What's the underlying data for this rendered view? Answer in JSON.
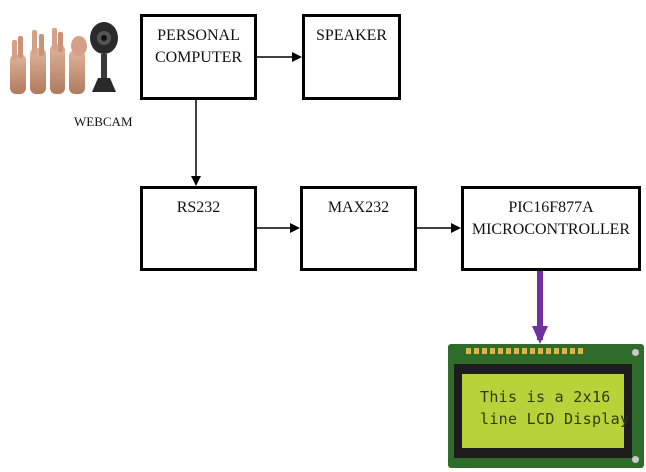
{
  "diagram": {
    "input": {
      "webcam_label": "WEBCAM"
    },
    "blocks": {
      "pc": {
        "line1": "PERSONAL",
        "line2": "COMPUTER"
      },
      "speaker": {
        "line1": "SPEAKER"
      },
      "rs232": {
        "line1": "RS232"
      },
      "max232": {
        "line1": "MAX232"
      },
      "mcu": {
        "line1": "PIC16F877A",
        "line2": "MICROCONTROLLER"
      }
    },
    "lcd": {
      "line1": "This is a 2x16",
      "line2": "line LCD Display"
    },
    "colors": {
      "arrow": "#000000",
      "lcd_arrow": "#7030a0",
      "lcd_board": "#2f6b2a",
      "lcd_screen": "#b7d33a"
    }
  }
}
